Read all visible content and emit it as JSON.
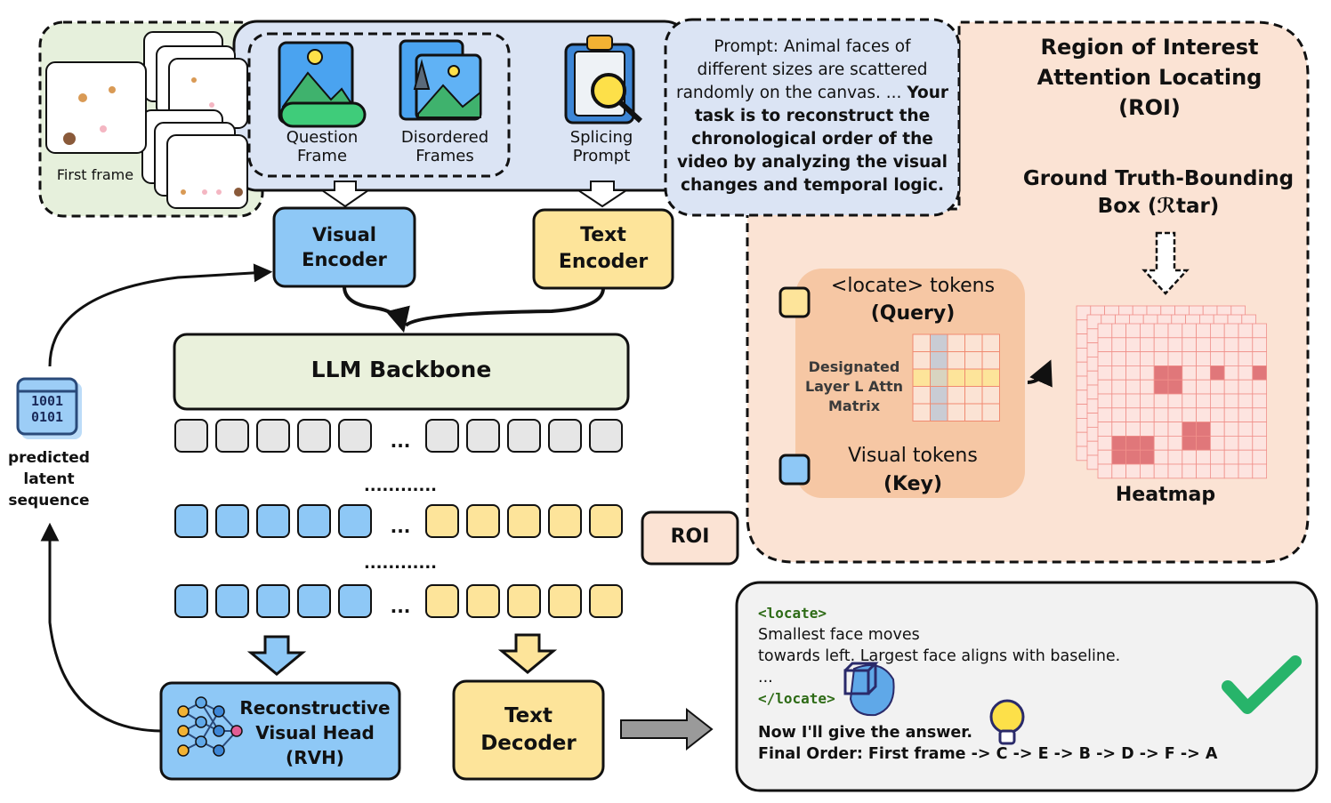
{
  "input": {
    "first_frame_label": "First frame",
    "question_frame": [
      "Question",
      "Frame"
    ],
    "disordered_frames": [
      "Disordered",
      "Frames"
    ],
    "splicing_prompt": [
      "Splicing",
      "Prompt"
    ]
  },
  "prompt_bubble": {
    "lines": [
      "Prompt: Animal faces of",
      "different sizes are scattered",
      "randomly on the canvas. ... "
    ],
    "bold_tail": "Your",
    "bold_lines": [
      "task is to reconstruct the",
      "chronological order of the",
      "video by analyzing the visual",
      "changes and temporal logic."
    ]
  },
  "encoders": {
    "visual": [
      "Visual",
      "Encoder"
    ],
    "text": [
      "Text",
      "Encoder"
    ]
  },
  "backbone_label": "LLM Backbone",
  "ellipsis": "...",
  "dots": "............",
  "roi_tag": "ROI",
  "heads": {
    "rvh": [
      "Reconstructive",
      "Visual Head",
      "(RVH)"
    ],
    "text_decoder": [
      "Text",
      "Decoder"
    ]
  },
  "latent": {
    "icon_text": [
      "1001",
      "0101"
    ],
    "label": [
      "predicted",
      "latent",
      "sequence"
    ]
  },
  "roi_panel": {
    "title": [
      "Region of Interest",
      "Attention Locating",
      "(ROI)"
    ],
    "gt_box": [
      "Ground Truth-Bounding",
      "Box (ℛtar)"
    ],
    "query_tokens": [
      "<locate> tokens",
      "(Query)"
    ],
    "attn_matrix": [
      "Designated",
      "Layer L Attn",
      "Matrix"
    ],
    "key_tokens": [
      "Visual tokens",
      "(Key)"
    ],
    "heatmap": "Heatmap"
  },
  "output_box": {
    "open_tag": "<locate>",
    "lines": [
      "Smallest face moves",
      "towards left. Largest face aligns with baseline.",
      "..."
    ],
    "close_tag": "</locate>",
    "answer_intro": "Now I'll give the answer.",
    "final_order": "Final Order: First frame -> C -> E -> B -> D -> F -> A"
  },
  "colors": {
    "visual_blue": "#8ec8f6",
    "text_yellow": "#fde49a",
    "backbone_green": "#eaf1dc",
    "roi_peach": "#fbe3d4",
    "input_blue": "#dbe4f4",
    "first_frame_green": "#e6f0dc",
    "output_gray": "#f2f2f2"
  }
}
